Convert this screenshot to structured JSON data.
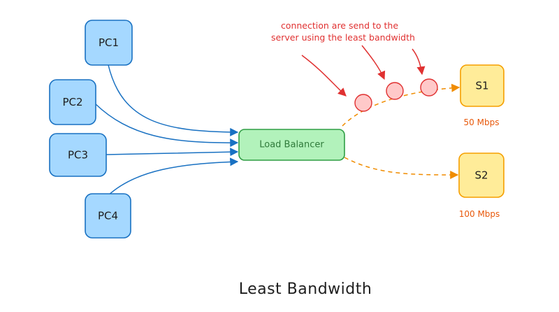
{
  "colors": {
    "client_fill": "#a5d8ff",
    "client_stroke": "#1971c2",
    "lb_fill": "#b2f2bb",
    "lb_stroke": "#2f9e44",
    "server_fill": "#ffec99",
    "server_stroke": "#f59f00",
    "connection_fill": "#ffc9c9",
    "connection_stroke": "#e03131",
    "server_link": "#f08c00",
    "note_text": "#e03131",
    "title_text": "#1e1e1e"
  },
  "clients": [
    {
      "id": "pc1",
      "label": "PC1"
    },
    {
      "id": "pc2",
      "label": "PC2"
    },
    {
      "id": "pc3",
      "label": "PC3"
    },
    {
      "id": "pc4",
      "label": "PC4"
    }
  ],
  "load_balancer": {
    "label": "Load Balancer"
  },
  "servers": [
    {
      "id": "s1",
      "label": "S1",
      "bandwidth": "50 Mbps"
    },
    {
      "id": "s2",
      "label": "S2",
      "bandwidth": "100 Mbps"
    }
  ],
  "annotation": {
    "line1": "connection are send to the",
    "line2": "server using the least bandwidth"
  },
  "title": "Least Bandwidth"
}
